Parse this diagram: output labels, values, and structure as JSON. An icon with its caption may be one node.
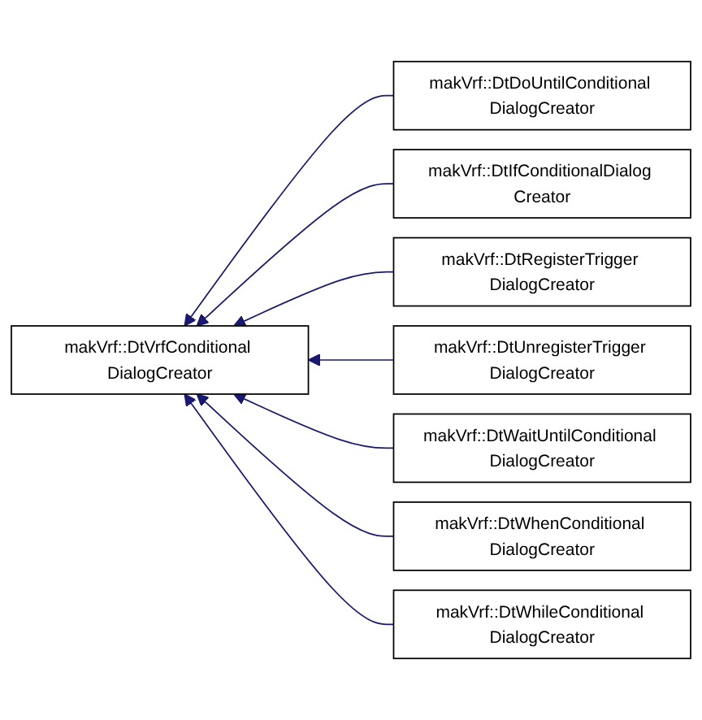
{
  "diagram": {
    "nodes": [
      {
        "text": [
          "makVrf::DtVrfConditional DialogCreator"
        ]
      },
      {
        "text": [
          "makVrf::DtDoUntilConditional DialogCreator"
        ]
      },
      {
        "text": [
          "makVrf::DtIfConditionalDialog Creator"
        ]
      },
      {
        "text": [
          "makVrf::DtRegisterTrigger DialogCreator"
        ]
      },
      {
        "text": [
          "makVrf::DtUnregisterTrigger DialogCreator"
        ]
      },
      {
        "text": [
          "makVrf::DtWaitUntilConditional DialogCreator"
        ]
      },
      {
        "text": [
          "makVrf::DtWhenConditional DialogCreator"
        ]
      },
      {
        "text": [
          "makVrf::DtWhileConditional DialogCreator"
        ]
      }
    ],
    "edges": [
      {
        "from": 1,
        "to": 0,
        "arrow": "to"
      },
      {
        "from": 2,
        "to": 0,
        "arrow": "to"
      },
      {
        "from": 3,
        "to": 0,
        "arrow": "to"
      },
      {
        "from": 4,
        "to": 0,
        "arrow": "to"
      },
      {
        "from": 5,
        "to": 0,
        "arrow": "to"
      },
      {
        "from": 6,
        "to": 0,
        "arrow": "to"
      },
      {
        "from": 7,
        "to": 0,
        "arrow": "to"
      }
    ]
  }
}
